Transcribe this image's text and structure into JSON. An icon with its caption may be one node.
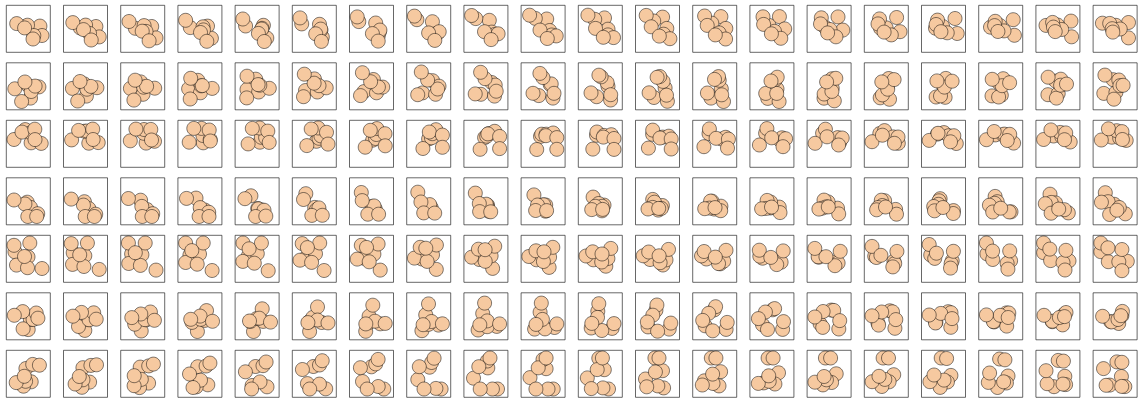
{
  "diagram": {
    "nodes": [
      {
        "text": [],
        "shape": "box"
      },
      {
        "text": [],
        "shape": "box"
      },
      {
        "text": [],
        "shape": "box"
      },
      {
        "text": [],
        "shape": "box"
      },
      {
        "text": [],
        "shape": "box"
      },
      {
        "text": [],
        "shape": "box"
      },
      {
        "text": [],
        "shape": "box"
      },
      {
        "text": [],
        "shape": "box"
      },
      {
        "text": [],
        "shape": "box"
      },
      {
        "text": [],
        "shape": "box"
      },
      {
        "text": [],
        "shape": "box"
      },
      {
        "text": [],
        "shape": "box"
      },
      {
        "text": [],
        "shape": "box"
      },
      {
        "text": [],
        "shape": "box"
      },
      {
        "text": [],
        "shape": "box"
      },
      {
        "text": [],
        "shape": "box"
      },
      {
        "text": [],
        "shape": "box"
      },
      {
        "text": [],
        "shape": "box"
      },
      {
        "text": [],
        "shape": "box"
      },
      {
        "text": [],
        "shape": "box"
      },
      {
        "text": [],
        "shape": "box"
      },
      {
        "text": [],
        "shape": "box"
      },
      {
        "text": [],
        "shape": "box"
      },
      {
        "text": [],
        "shape": "box"
      },
      {
        "text": [],
        "shape": "box"
      },
      {
        "text": [],
        "shape": "box"
      },
      {
        "text": [],
        "shape": "box"
      },
      {
        "text": [],
        "shape": "box"
      },
      {
        "text": [],
        "shape": "box"
      },
      {
        "text": [],
        "shape": "box"
      },
      {
        "text": [],
        "shape": "box"
      },
      {
        "text": [],
        "shape": "box"
      },
      {
        "text": [],
        "shape": "box"
      },
      {
        "text": [],
        "shape": "box"
      },
      {
        "text": [],
        "shape": "box"
      },
      {
        "text": [],
        "shape": "box"
      },
      {
        "text": [],
        "shape": "box"
      },
      {
        "text": [],
        "shape": "box"
      },
      {
        "text": [],
        "shape": "box"
      },
      {
        "text": [],
        "shape": "box"
      },
      {
        "text": [],
        "shape": "box"
      },
      {
        "text": [],
        "shape": "box"
      },
      {
        "text": [],
        "shape": "box"
      },
      {
        "text": [],
        "shape": "box"
      },
      {
        "text": [],
        "shape": "box"
      },
      {
        "text": [],
        "shape": "box"
      },
      {
        "text": [],
        "shape": "box"
      },
      {
        "text": [],
        "shape": "box"
      },
      {
        "text": [],
        "shape": "box"
      },
      {
        "text": [],
        "shape": "box"
      },
      {
        "text": [],
        "shape": "box"
      },
      {
        "text": [],
        "shape": "box"
      },
      {
        "text": [],
        "shape": "box"
      },
      {
        "text": [],
        "shape": "box"
      },
      {
        "text": [],
        "shape": "box"
      },
      {
        "text": [],
        "shape": "box"
      },
      {
        "text": [],
        "shape": "box"
      },
      {
        "text": [],
        "shape": "box"
      },
      {
        "text": [],
        "shape": "box"
      },
      {
        "text": [],
        "shape": "box"
      },
      {
        "text": [],
        "shape": "box"
      },
      {
        "text": [],
        "shape": "box"
      },
      {
        "text": [],
        "shape": "box"
      },
      {
        "text": [],
        "shape": "box"
      },
      {
        "text": [],
        "shape": "box"
      },
      {
        "text": [],
        "shape": "box"
      },
      {
        "text": [],
        "shape": "box"
      },
      {
        "text": [],
        "shape": "box"
      },
      {
        "text": [],
        "shape": "box"
      },
      {
        "text": [],
        "shape": "box"
      },
      {
        "text": [],
        "shape": "box"
      },
      {
        "text": [],
        "shape": "box"
      },
      {
        "text": [],
        "shape": "box"
      },
      {
        "text": [],
        "shape": "box"
      },
      {
        "text": [],
        "shape": "box"
      },
      {
        "text": [],
        "shape": "box"
      },
      {
        "text": [],
        "shape": "box"
      },
      {
        "text": [],
        "shape": "box"
      },
      {
        "text": [],
        "shape": "box"
      },
      {
        "text": [],
        "shape": "box"
      },
      {
        "text": [],
        "shape": "box"
      },
      {
        "text": [],
        "shape": "box"
      },
      {
        "text": [],
        "shape": "box"
      },
      {
        "text": [],
        "shape": "box"
      },
      {
        "text": [],
        "shape": "box"
      },
      {
        "text": [],
        "shape": "box"
      },
      {
        "text": [],
        "shape": "box"
      },
      {
        "text": [],
        "shape": "box"
      },
      {
        "text": [],
        "shape": "box"
      },
      {
        "text": [],
        "shape": "box"
      },
      {
        "text": [],
        "shape": "box"
      },
      {
        "text": [],
        "shape": "box"
      },
      {
        "text": [],
        "shape": "box"
      },
      {
        "text": [],
        "shape": "box"
      },
      {
        "text": [],
        "shape": "box"
      },
      {
        "text": [],
        "shape": "box"
      },
      {
        "text": [],
        "shape": "box"
      },
      {
        "text": [],
        "shape": "box"
      },
      {
        "text": [],
        "shape": "box"
      },
      {
        "text": [],
        "shape": "box"
      },
      {
        "text": [],
        "shape": "box"
      },
      {
        "text": [],
        "shape": "box"
      },
      {
        "text": [],
        "shape": "box"
      },
      {
        "text": [],
        "shape": "box"
      },
      {
        "text": [],
        "shape": "box"
      },
      {
        "text": [],
        "shape": "box"
      },
      {
        "text": [],
        "shape": "box"
      },
      {
        "text": [],
        "shape": "box"
      },
      {
        "text": [],
        "shape": "box"
      },
      {
        "text": [],
        "shape": "box"
      },
      {
        "text": [],
        "shape": "box"
      },
      {
        "text": [],
        "shape": "box"
      },
      {
        "text": [],
        "shape": "box"
      },
      {
        "text": [],
        "shape": "box"
      },
      {
        "text": [],
        "shape": "box"
      },
      {
        "text": [],
        "shape": "box"
      },
      {
        "text": [],
        "shape": "box"
      },
      {
        "text": [],
        "shape": "box"
      },
      {
        "text": [],
        "shape": "box"
      },
      {
        "text": [],
        "shape": "box"
      },
      {
        "text": [],
        "shape": "box"
      },
      {
        "text": [],
        "shape": "box"
      },
      {
        "text": [],
        "shape": "box"
      },
      {
        "text": [],
        "shape": "box"
      },
      {
        "text": [],
        "shape": "box"
      },
      {
        "text": [],
        "shape": "box"
      },
      {
        "text": [],
        "shape": "box"
      },
      {
        "text": [],
        "shape": "box"
      },
      {
        "text": [],
        "shape": "box"
      },
      {
        "text": [],
        "shape": "box"
      },
      {
        "text": [],
        "shape": "box"
      },
      {
        "text": [],
        "shape": "box"
      },
      {
        "text": [],
        "shape": "box"
      },
      {
        "text": [],
        "shape": "box"
      },
      {
        "text": [],
        "shape": "box"
      },
      {
        "text": [],
        "shape": "box"
      },
      {
        "text": [],
        "shape": "box"
      },
      {
        "text": [],
        "shape": "box"
      },
      {
        "text": [],
        "shape": "box"
      },
      {
        "text": [],
        "shape": "box"
      }
    ]
  }
}
